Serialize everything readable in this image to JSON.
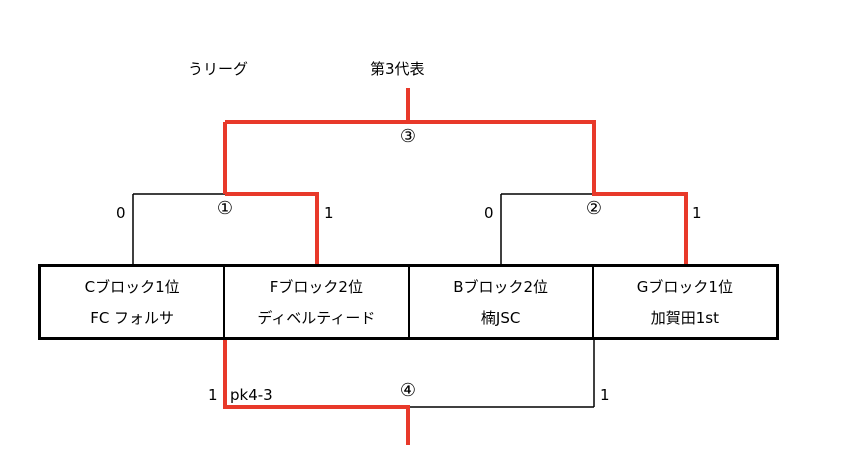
{
  "header": {
    "league_label": "うリーグ",
    "rep_label": "第3代表"
  },
  "matches": [
    "③",
    "①",
    "②",
    "④"
  ],
  "scores": {
    "m1_left": "0",
    "m1_right": "1",
    "m2_left": "0",
    "m2_right": "1",
    "m4_left": "1",
    "m4_pk": "pk4-3",
    "m4_right": "1"
  },
  "teams": [
    {
      "block": "Cブロック1位",
      "name": "FC フォルサ"
    },
    {
      "block": "Fブロック2位",
      "name": "ディベルティード"
    },
    {
      "block": "Bブロック2位",
      "name": "楠JSC"
    },
    {
      "block": "Gブロック1位",
      "name": "加賀田1st"
    }
  ],
  "colors": {
    "winner_path": "#e8392a",
    "line": "#000000"
  }
}
